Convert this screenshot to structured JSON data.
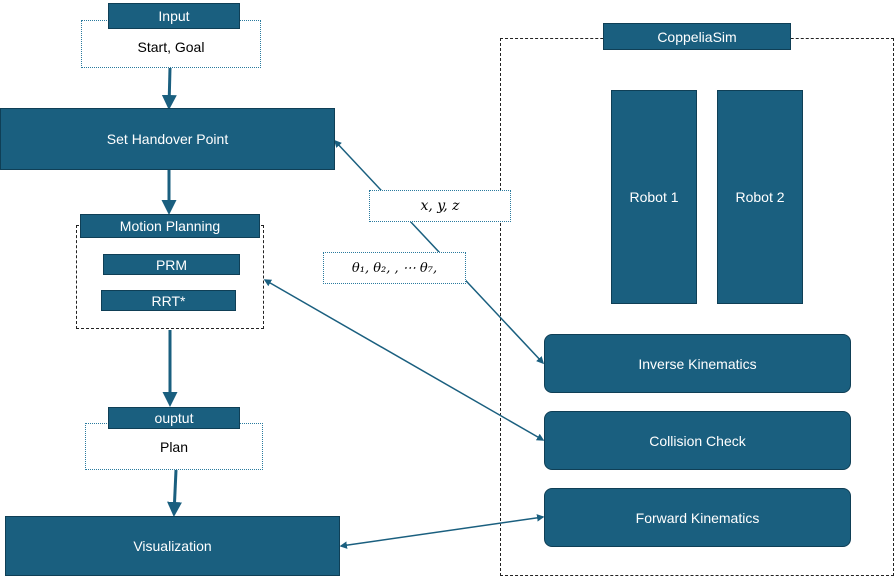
{
  "input": {
    "title": "Input",
    "content": "Start, Goal"
  },
  "set_handover": "Set Handover Point",
  "motion_planning": {
    "title": "Motion Planning",
    "prm": "PRM",
    "rrt": "RRT*"
  },
  "output": {
    "title": "ouptut",
    "content": "Plan"
  },
  "visualization": "Visualization",
  "xyz_label": "x, y, z",
  "theta_label": "θ₁, θ₂, , ⋯ θ₇,",
  "coppeliasim": {
    "title": "CoppeliaSim",
    "robot1": "Robot 1",
    "robot2": "Robot 2",
    "inverse_kinematics": "Inverse Kinematics",
    "collision_check": "Collision Check",
    "forward_kinematics": "Forward Kinematics"
  },
  "colors": {
    "box_fill": "#1a5f7f",
    "arrow": "#1a5f7f",
    "dotted_border": "#2a7a9e"
  }
}
